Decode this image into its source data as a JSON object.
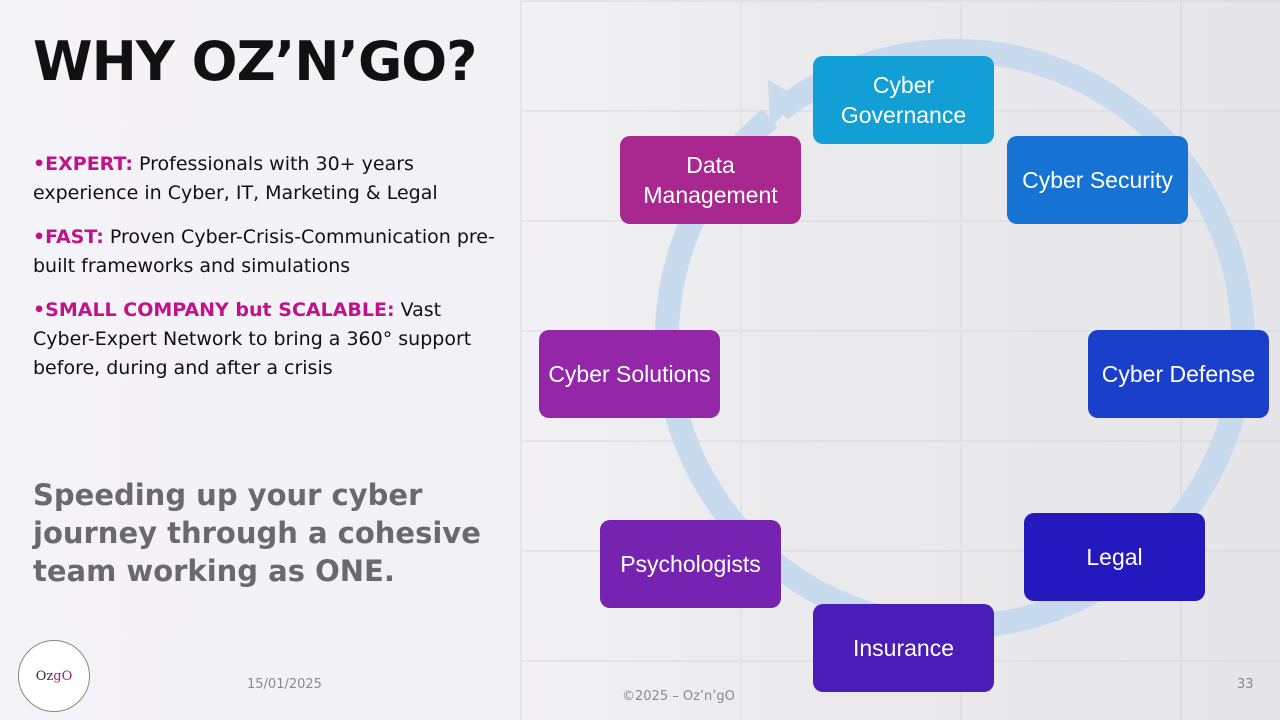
{
  "title": "WHY OZ’N’GO?",
  "bullets": [
    {
      "keyword": "•EXPERT:",
      "text": " Professionals with 30+ years experience in Cyber, IT, Marketing & Legal"
    },
    {
      "keyword": "•FAST:",
      "text": " Proven Cyber-Crisis-Communication pre-built frameworks and simulations"
    },
    {
      "keyword": "•SMALL COMPANY but SCALABLE:",
      "text": " Vast Cyber-Expert Network to bring a 360° support before, during and after a crisis"
    }
  ],
  "tagline": "Speeding up your cyber journey through a cohesive team working as ONE.",
  "cycle": [
    {
      "label": "Cyber Governance",
      "color": "#129fd6"
    },
    {
      "label": "Cyber Security",
      "color": "#1672d3"
    },
    {
      "label": "Cyber Defense",
      "color": "#1a3fca"
    },
    {
      "label": "Legal",
      "color": "#2419be"
    },
    {
      "label": "Insurance",
      "color": "#4a1db8"
    },
    {
      "label": "Psychologists",
      "color": "#7723b2"
    },
    {
      "label": "Cyber Solutions",
      "color": "#9427a8"
    },
    {
      "label": "Data Management",
      "color": "#a8288f"
    }
  ],
  "logo": {
    "text_a": "Oz",
    "text_b": "gO"
  },
  "footer": {
    "date": "15/01/2025",
    "copyright": "©2025 – Oz’n’gO",
    "page": "33"
  }
}
